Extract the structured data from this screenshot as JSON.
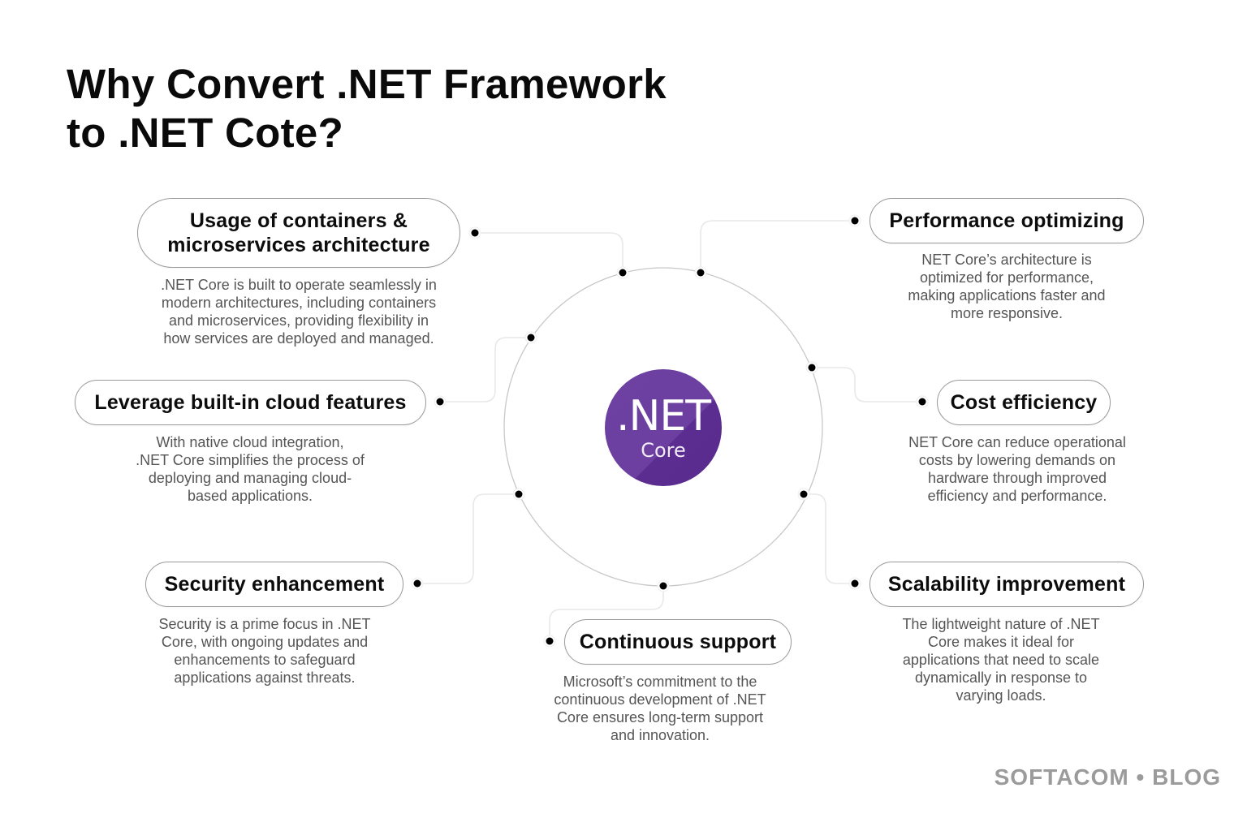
{
  "title": {
    "line1": "Why Convert .NET Framework",
    "line2": "to .NET Cote?"
  },
  "center_logo": {
    "main": ".NET",
    "sub": "Core",
    "colors": {
      "dark": "#5a2c8e",
      "light": "#6d41a1"
    }
  },
  "nodes": [
    {
      "id": "containers",
      "title_lines": [
        "Usage of containers &",
        "microservices architecture"
      ],
      "desc_lines": [
        ".NET Core is built to operate seamlessly in",
        "modern architectures, including containers",
        "and microservices, providing flexibility in",
        "how services are deployed and managed."
      ]
    },
    {
      "id": "performance",
      "title_lines": [
        "Performance optimizing"
      ],
      "desc_lines": [
        "NET Core’s architecture is",
        "optimized for performance,",
        "making applications faster and",
        "more responsive."
      ]
    },
    {
      "id": "cloud",
      "title_lines": [
        "Leverage built-in cloud features"
      ],
      "desc_lines": [
        "With native cloud integration,",
        ".NET Core simplifies the process of",
        "deploying and managing cloud-",
        "based applications."
      ]
    },
    {
      "id": "cost",
      "title_lines": [
        "Cost efficiency"
      ],
      "desc_lines": [
        "NET Core can reduce operational",
        "costs by lowering demands on",
        "hardware through improved",
        "efficiency and performance."
      ]
    },
    {
      "id": "security",
      "title_lines": [
        "Security enhancement"
      ],
      "desc_lines": [
        "Security is a prime focus in .NET",
        "Core, with ongoing updates and",
        "enhancements to safeguard",
        "applications against threats."
      ]
    },
    {
      "id": "support",
      "title_lines": [
        "Continuous support"
      ],
      "desc_lines": [
        "Microsoft’s commitment to the",
        "continuous development of .NET",
        "Core ensures long-term support",
        "and innovation."
      ]
    },
    {
      "id": "scalability",
      "title_lines": [
        "Scalability improvement"
      ],
      "desc_lines": [
        "The lightweight nature of .NET",
        "Core makes it ideal for",
        "applications that need to scale",
        "dynamically in response to",
        "varying loads."
      ]
    }
  ],
  "footer": {
    "brand": "SOFTACOM • BLOG"
  },
  "colors": {
    "text_primary": "#0c0c0c",
    "text_secondary": "#555555",
    "pill_border": "#9a9a9a",
    "connector_line": "#e6e6e6",
    "ring": "#c8c8c8",
    "dot": "#000000",
    "brand_gray": "#9b9b9b"
  }
}
